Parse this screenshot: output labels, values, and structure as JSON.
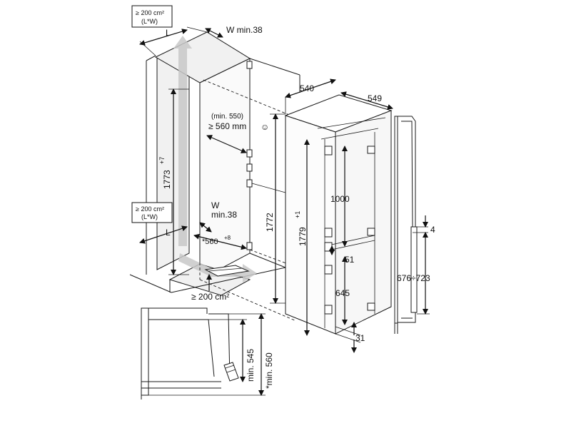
{
  "labels": {
    "vent_top_line1": "≥ 200 cm²",
    "vent_top_line2": "(L*W)",
    "top_L": "L",
    "top_W": "W min.38",
    "h_1773": "1773",
    "h_1773_tol": "+7",
    "min550": "(min. 550)",
    "min560": "≥ 560 mm",
    "smile_icon": "☺",
    "vent_bottom_line1": "≥ 200 cm²",
    "vent_bottom_line2": "(L*W)",
    "bottom_W": "W",
    "bottom_W_min": "min.38",
    "bottom_L": "L",
    "w_560": "*560",
    "w_560_tol": "+8",
    "vent_floor": "≥ 200 cm²",
    "h_1772": "1772",
    "d_540": "540",
    "d_549": "549",
    "h_1779": "1779",
    "h_1779_tol": "+1",
    "h_1000": "1000",
    "gap_51": "51",
    "h_645": "645",
    "gap_31": "31",
    "gap_4": "4",
    "range_676_723": "676÷723",
    "min545": "min. 545",
    "min560_side": "*min. 560"
  },
  "colors": {
    "line": "#1a1a1a",
    "panel": "#f1f1f1",
    "airflow": "#c8c8c8"
  }
}
